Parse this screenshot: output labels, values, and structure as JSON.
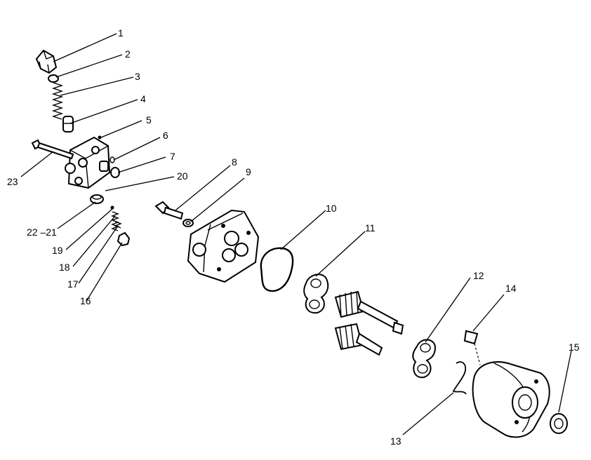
{
  "callouts": {
    "c1": "1",
    "c2": "2",
    "c3": "3",
    "c4": "4",
    "c5": "5",
    "c6": "6",
    "c7": "7",
    "c8": "8",
    "c9": "9",
    "c10": "10",
    "c11": "11",
    "c12": "12",
    "c13": "13",
    "c14": "14",
    "c15": "15",
    "c16": "16",
    "c17": "17",
    "c18": "18",
    "c19": "19",
    "c20": "20",
    "c21": "22 –21",
    "c23": "23"
  }
}
